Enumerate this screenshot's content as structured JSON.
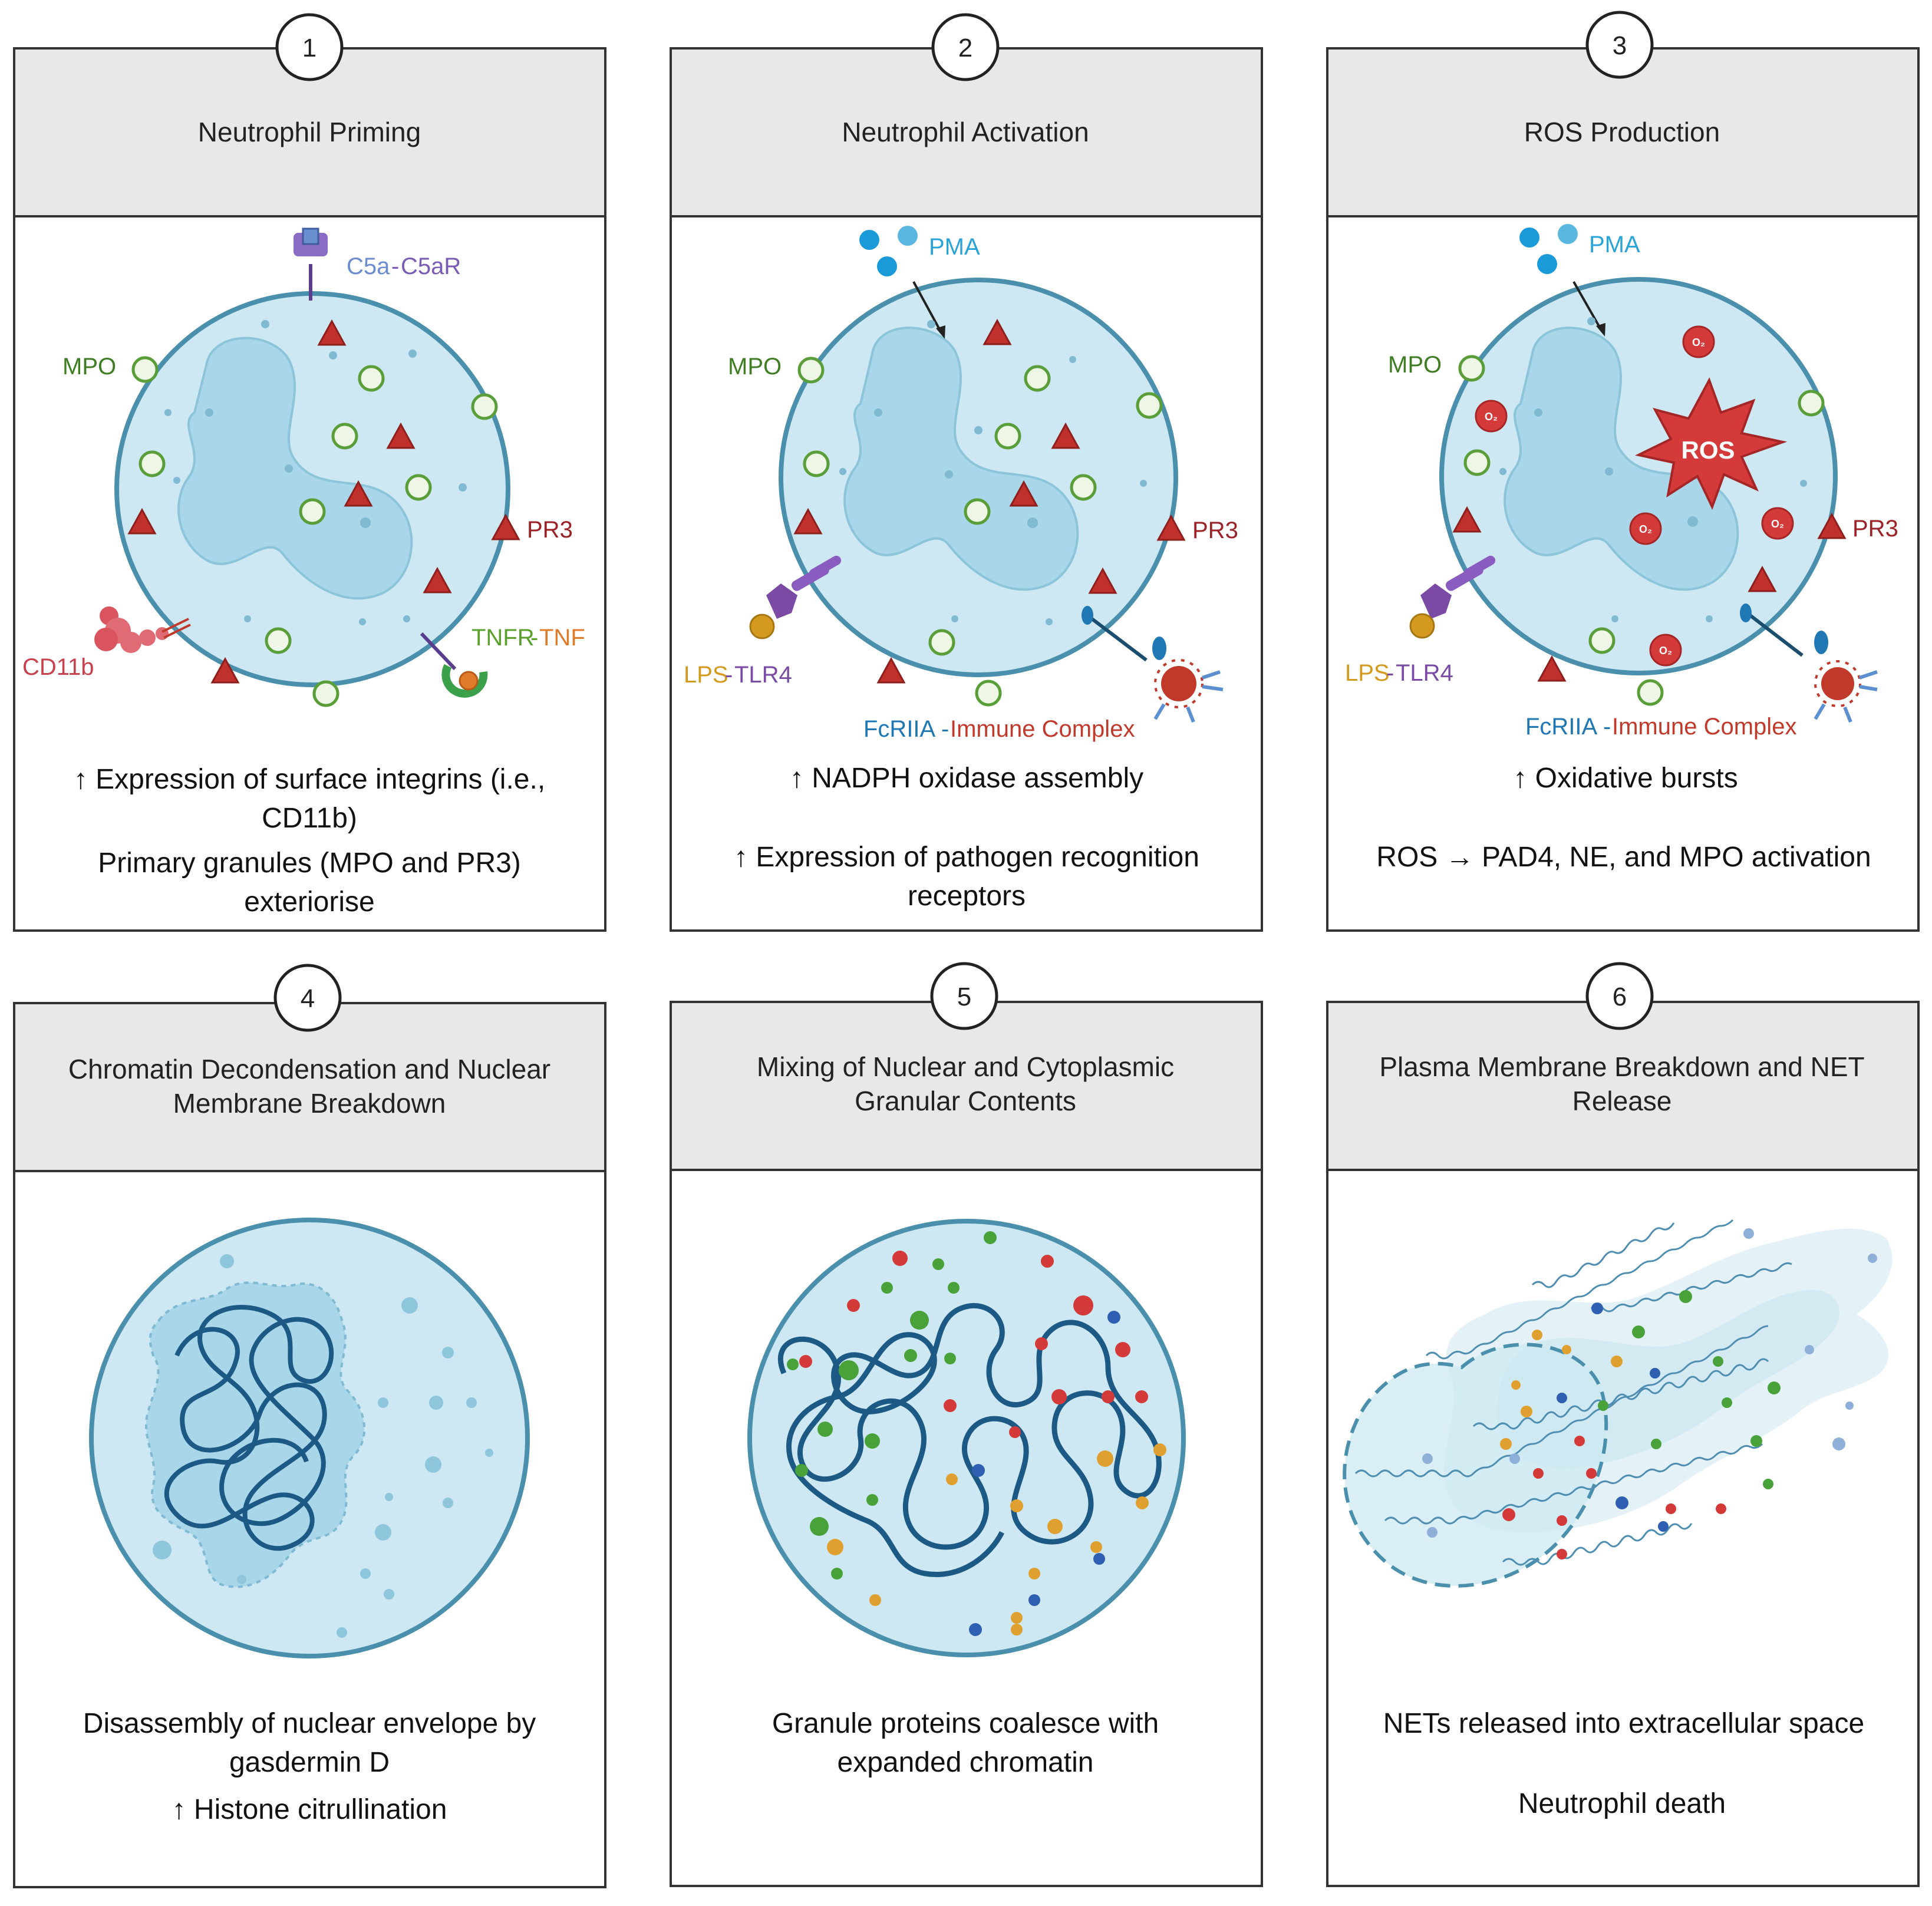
{
  "colors": {
    "cell_fill": "#cde8f2",
    "cell_stroke": "#4a90ad",
    "nucleus_fill": "#a9d6e8",
    "header_fill": "#e8e8e8",
    "granule_green": "#5a9e3a",
    "triangle_red": "#c0302c",
    "pr3_text": "#9b2226",
    "mpo_text": "#3f7d23",
    "c5a_text": "#7a5bb5",
    "pma_text": "#2aa3d8",
    "lps_text": "#d49a1f",
    "tlr4_text": "#7a4aa5",
    "fcr_text": "#1f78b4",
    "immune_text": "#c0392b",
    "tnfr_text": "#5aa02c",
    "tnf_text": "#e07b2c",
    "chromatin": "#1c5a85"
  },
  "panels": [
    {
      "number": "1",
      "title": "Neutrophil Priming",
      "labels": {
        "c5a": "C5a",
        "c5ar": "C5aR",
        "mpo": "MPO",
        "pr3": "PR3",
        "cd11b": "CD11b",
        "tnfr": "TNFR",
        "tnf": "TNF"
      },
      "desc": [
        "↑ Expression of surface integrins (i.e.,",
        "CD11b)",
        "Primary granules (MPO and PR3)",
        "exteriorise"
      ]
    },
    {
      "number": "2",
      "title": "Neutrophil Activation",
      "labels": {
        "pma": "PMA",
        "mpo": "MPO",
        "pr3": "PR3",
        "lps": "LPS",
        "tlr4": "TLR4",
        "fcr": "FcRIIA",
        "immune": "Immune Complex"
      },
      "desc": [
        "↑ NADPH oxidase assembly",
        "↑ Expression of pathogen recognition",
        "receptors"
      ]
    },
    {
      "number": "3",
      "title": "ROS Production",
      "labels": {
        "pma": "PMA",
        "mpo": "MPO",
        "pr3": "PR3",
        "ros": "ROS",
        "superoxide": "O₂",
        "lps": "LPS",
        "tlr4": "TLR4",
        "fcr": "FcRIIA",
        "immune": "Immune Complex"
      },
      "desc": [
        "↑ Oxidative bursts",
        "ROS → PAD4, NE, and MPO activation"
      ]
    },
    {
      "number": "4",
      "title_lines": [
        "Chromatin Decondensation and Nuclear",
        "Membrane Breakdown"
      ],
      "desc": [
        "Disassembly of nuclear envelope by",
        "gasdermin D",
        "↑ Histone citrullination"
      ]
    },
    {
      "number": "5",
      "title_lines": [
        "Mixing of Nuclear and Cytoplasmic",
        "Granular Contents"
      ],
      "desc": [
        "Granule proteins coalesce with",
        "expanded chromatin"
      ]
    },
    {
      "number": "6",
      "title_lines": [
        "Plasma Membrane Breakdown and NET",
        "Release"
      ],
      "desc": [
        "NETs released into extracellular space",
        "Neutrophil death"
      ]
    }
  ]
}
